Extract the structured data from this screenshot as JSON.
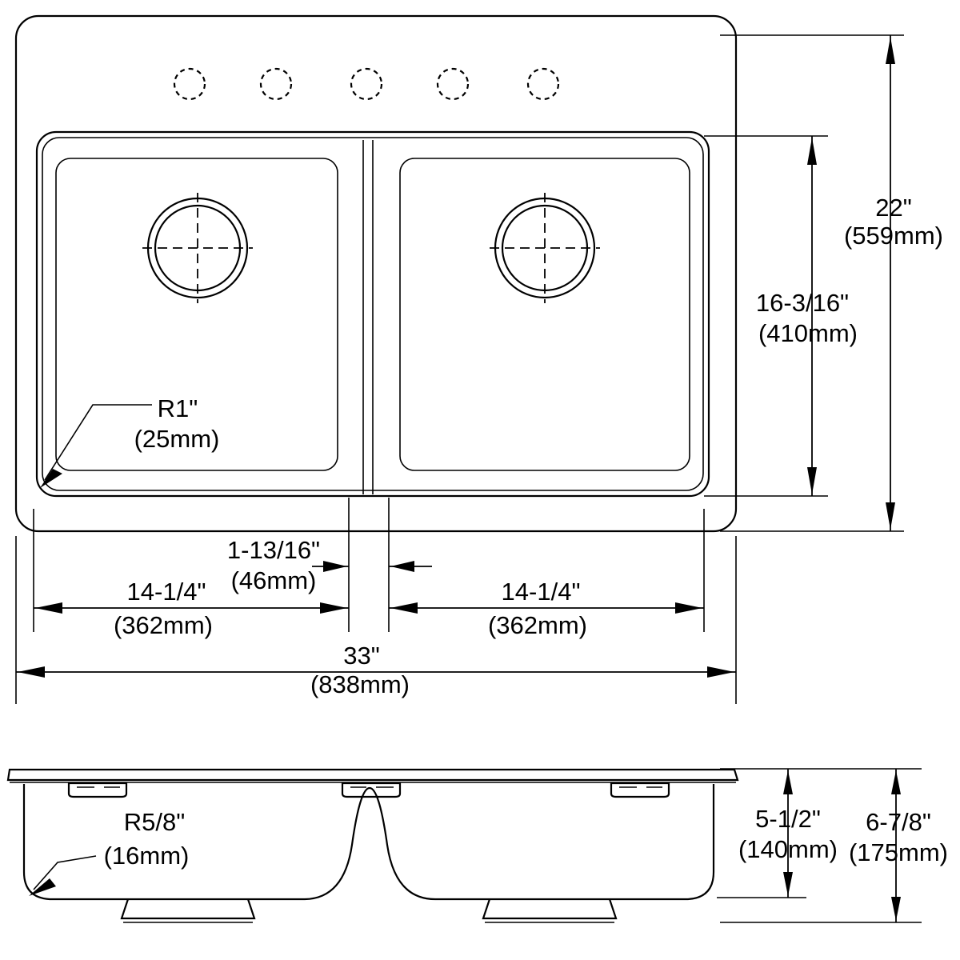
{
  "document": {
    "type": "dimensional-drawing",
    "subject": "double-bowl drop-in kitchen sink",
    "views": [
      "top-view",
      "front-section-view"
    ],
    "line_color": "#000000",
    "background_color": "#ffffff"
  },
  "top_view": {
    "name": "top-view",
    "faucet_holes": {
      "count": 5,
      "style": "dashed"
    },
    "bowls": [
      {
        "name": "left-bowl",
        "drain": "left-drain"
      },
      {
        "name": "right-bowl",
        "drain": "right-drain"
      }
    ],
    "divider": "center-divider"
  },
  "section_view": {
    "name": "front-section-view",
    "divider": "center-divider-ridge",
    "drains": [
      "left-drain-boss",
      "right-drain-boss"
    ],
    "clips": 3
  },
  "dimensions": {
    "overall_height": {
      "name": "overall-height",
      "imperial": "22\"",
      "metric": "(559mm)"
    },
    "bowl_height": {
      "name": "bowl-height",
      "imperial": "16-3/16\"",
      "metric": "(410mm)"
    },
    "corner_radius_top": {
      "name": "corner-radius-top-view",
      "imperial": "R1\"",
      "metric": "(25mm)"
    },
    "divider_width": {
      "name": "divider-width",
      "imperial": "1-13/16\"",
      "metric": "(46mm)"
    },
    "left_bowl_width": {
      "name": "left-bowl-width",
      "imperial": "14-1/4\"",
      "metric": "(362mm)"
    },
    "right_bowl_width": {
      "name": "right-bowl-width",
      "imperial": "14-1/4\"",
      "metric": "(362mm)"
    },
    "overall_width": {
      "name": "overall-width",
      "imperial": "33\"",
      "metric": "(838mm)"
    },
    "corner_radius_section": {
      "name": "corner-radius-section-view",
      "imperial": "R5/8\"",
      "metric": "(16mm)"
    },
    "bowl_depth": {
      "name": "bowl-depth",
      "imperial": "5-1/2\"",
      "metric": "(140mm)"
    },
    "overall_depth": {
      "name": "overall-depth",
      "imperial": "6-7/8\"",
      "metric": "(175mm)"
    }
  }
}
